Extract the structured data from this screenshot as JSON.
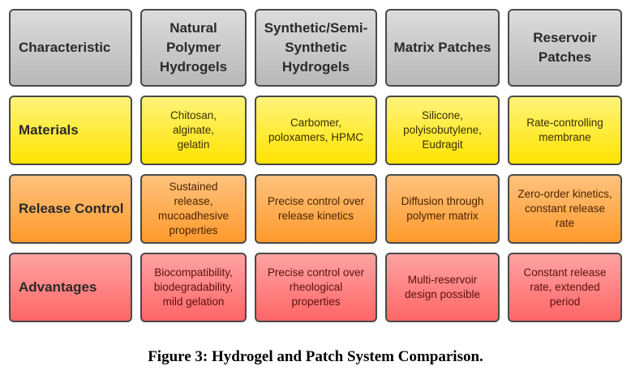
{
  "headers": [
    "Characteristic",
    "Natural\nPolymer\nHydrogels",
    "Synthetic/Semi-\nSynthetic\nHydrogels",
    "Matrix Patches",
    "Reservoir\nPatches"
  ],
  "rows": [
    {
      "label": "Materials",
      "cells": [
        "Chitosan, alginate,\ngelatin",
        "Carbomer,\npoloxamers, HPMC",
        "Silicone,\npolyisobutylene,\nEudragit",
        "Rate-controlling\nmembrane"
      ]
    },
    {
      "label": "Release Control",
      "cells": [
        "Sustained release,\nmucoadhesive\nproperties",
        "Precise control over\nrelease kinetics",
        "Diffusion through\npolymer matrix",
        "Zero-order kinetics,\nconstant release\nrate"
      ]
    },
    {
      "label": "Advantages",
      "cells": [
        "Biocompatibility,\nbiodegradability,\nmild gelation",
        "Precise control over\nrheological\nproperties",
        "Multi-reservoir\ndesign possible",
        "Constant release\nrate, extended period"
      ]
    }
  ],
  "caption": "Figure 3: Hydrogel and Patch System Comparison.",
  "colors": {
    "header": "#c8c8c8",
    "materials": "#fff000",
    "release_control": "#ffad50",
    "advantages": "#ff8585"
  }
}
